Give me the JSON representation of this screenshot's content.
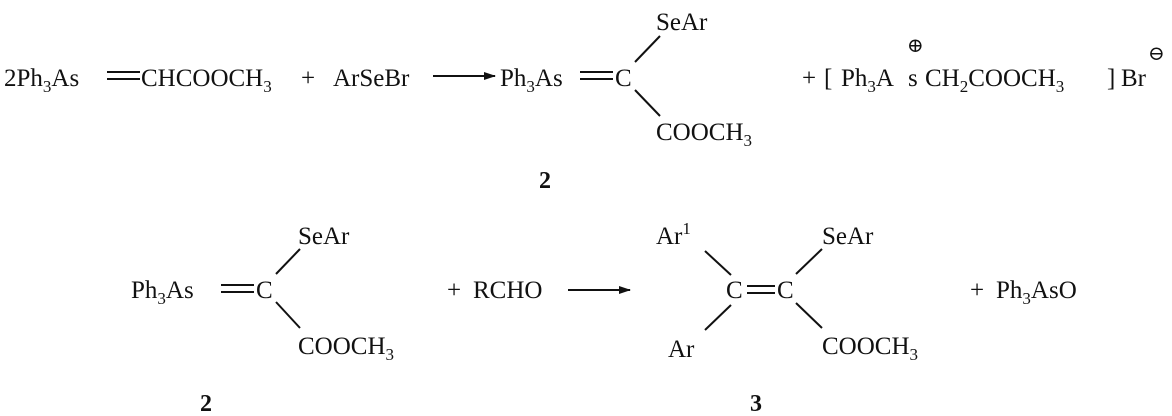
{
  "reaction1": {
    "reactant1": {
      "coef": "2",
      "ph": "Ph",
      "sub": "3",
      "as_tail": "As",
      "ylide_rest": "CHCOOCH",
      "ylide_sub": "3"
    },
    "plus1": "+",
    "reactant2": "ArSeBr",
    "product": {
      "ph": "Ph",
      "sub": "3",
      "as": "As",
      "carbon": "C",
      "top_group": "SeAr",
      "bottom_group": "COOCH",
      "bottom_sub": "3"
    },
    "product_label": "2",
    "plus2": "+",
    "salt": {
      "open_bracket": "[",
      "ph": "Ph",
      "ph_sub": "3",
      "as_a": "A",
      "as_s": "s",
      "cation_charge": "⊕",
      "ch": "CH",
      "ch_sub": "2",
      "ester": "COOCH",
      "ester_sub": "3",
      "close_bracket": "]",
      "anion": "Br",
      "anion_charge": "⊖"
    }
  },
  "reaction2": {
    "reactant1": {
      "ph": "Ph",
      "sub": "3",
      "as": "As",
      "carbon": "C",
      "top_group": "SeAr",
      "bottom_group": "COOCH",
      "bottom_sub": "3"
    },
    "reactant1_label": "2",
    "plus1": "+",
    "reagent": "RCHO",
    "product": {
      "left_top": "Ar",
      "left_top_sup": "1",
      "left_bottom": "Ar",
      "c_left": "C",
      "c_right": "C",
      "right_top": "SeAr",
      "right_bottom": "COOCH",
      "right_bottom_sub": "3"
    },
    "product_label": "3",
    "plus2": "+",
    "byproduct": {
      "ph": "Ph",
      "sub": "3",
      "tail": "AsO"
    }
  }
}
